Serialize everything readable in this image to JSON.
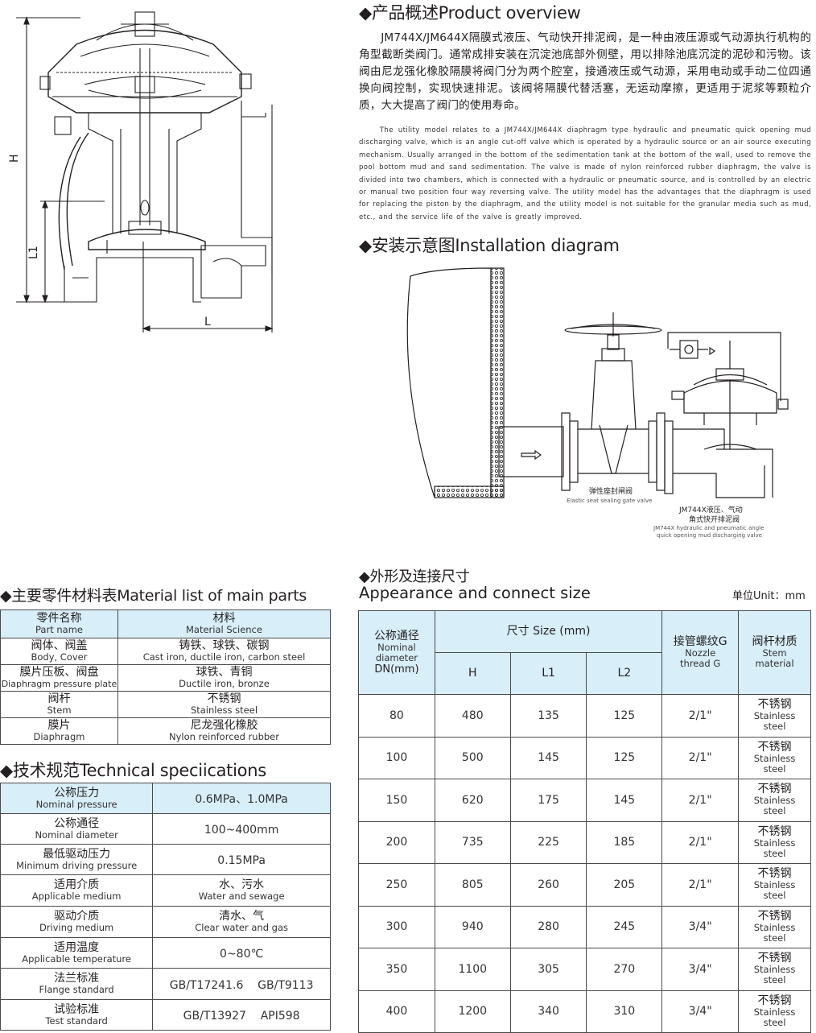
{
  "overview": {
    "heading": "◆产品概述Product overview",
    "zh": "JM744X/JM644X隔膜式液压、气动快开排泥阀，是一种由液压源或气动源执行机构的角型截断类阀门。通常成排安装在沉淀池底部外侧壁，用以排除池底沉淀的泥砂和污物。该阀由尼龙强化橡胶隔膜将阀门分为两个腔室，接通液压或气动源，采用电动或手动二位四通换向阀控制，实现快速排泥。该阀将隔膜代替活塞，无运动摩擦，更适用于泥浆等颗粒介质，大大提高了阀门的使用寿命。",
    "en": "The utility model relates to a JM744X/JM644X diaphragm type hydraulic and pneumatic quick opening mud discharging valve, which is an angle cut-off valve which is operated by a hydraulic source or an air source executing mechanism. Usually arranged in the bottom of the sedimentation tank at the bottom of the wall, used to remove the pool bottom mud and sand sedimentation. The valve is made of nylon reinforced rubber diaphragm, the valve is divided into two chambers, which is connected with a hydraulic or pneumatic source, and is controlled by an electric or manual two position four way reversing valve. The utility model has the advantages that the diaphragm is used for replacing the piston by the diaphragm, and the utility model is not suitable for the granular media such as mud, etc., and the service life of the valve is greatly improved."
  },
  "installation": {
    "heading": "◆安装示意图Installation diagram",
    "gate_valve_zh": "弹性座封闸阀",
    "gate_valve_en": "Elastic seat sealing gate valve",
    "main_valve_zh1": "JM744X液压、气动",
    "main_valve_zh2": "角式快开排泥阀",
    "main_valve_en1": "JM744X hydraulic and pneumatic angle",
    "main_valve_en2": "quick opening mud discharging valve"
  },
  "drawing": {
    "label_h": "H",
    "label_l1": "L1",
    "label_l": "L"
  },
  "materials": {
    "heading": "◆主要零件材料表Material list of main parts",
    "header": {
      "part_zh": "零件名称",
      "part_en": "Part name",
      "mat_zh": "材料",
      "mat_en": "Material Science"
    },
    "rows": [
      {
        "part_zh": "阀体、阀盖",
        "part_en": "Body, Cover",
        "mat_zh": "铸铁、球铁、碳钢",
        "mat_en": "Cast iron, ductile iron, carbon steel"
      },
      {
        "part_zh": "膜片压板、阀盘",
        "part_en": "Diaphragm pressure plate",
        "mat_zh": "球铁、青铜",
        "mat_en": "Ductile iron, bronze"
      },
      {
        "part_zh": "阀杆",
        "part_en": "Stem",
        "mat_zh": "不锈钢",
        "mat_en": "Stainless steel"
      },
      {
        "part_zh": "膜片",
        "part_en": "Diaphragm",
        "mat_zh": "尼龙强化橡胶",
        "mat_en": "Nylon reinforced rubber"
      }
    ]
  },
  "technical": {
    "heading": "◆技术规范Technical speciications",
    "rows": [
      {
        "zh": "公称压力",
        "en": "Nominal pressure",
        "val_zh": "",
        "val": "0.6MPa、1.0MPa"
      },
      {
        "zh": "公称通径",
        "en": "Nominal diameter",
        "val_zh": "",
        "val": "100~400mm"
      },
      {
        "zh": "最低驱动压力",
        "en": "Minimum driving pressure",
        "val_zh": "",
        "val": "0.15MPa"
      },
      {
        "zh": "适用介质",
        "en": "Applicable medium",
        "val_zh": "水、污水",
        "val": "Water and sewage"
      },
      {
        "zh": "驱动介质",
        "en": "Driving medium",
        "val_zh": "清水、气",
        "val": "Clear water and gas"
      },
      {
        "zh": "适用温度",
        "en": "Applicable temperature",
        "val_zh": "",
        "val": "0~80℃"
      },
      {
        "zh": "法兰标准",
        "en": "Flange standard",
        "val_zh": "",
        "val": "GB/T17241.6    GB/T9113"
      },
      {
        "zh": "试验标准",
        "en": "Test standard",
        "val_zh": "",
        "val": "GB/T13927    API598"
      }
    ]
  },
  "dimensions": {
    "heading_zh": "◆外形及连接尺寸",
    "heading_en": "Appearance and connect size",
    "unit": "单位Unit：mm",
    "header": {
      "dn_zh": "公称通径",
      "dn_en1": "Nominal",
      "dn_en2": "diameter",
      "dn_en3": "DN(mm)",
      "size": "尺寸 Size (mm)",
      "h": "H",
      "l1": "L1",
      "l2": "L2",
      "thread_zh": "接管螺纹G",
      "thread_en1": "Nozzle",
      "thread_en2": "thread G",
      "stem_zh": "阀杆材质",
      "stem_en1": "Stem",
      "stem_en2": "material"
    },
    "rows": [
      {
        "dn": "80",
        "h": "480",
        "l1": "135",
        "l2": "125",
        "g": "2/1\"",
        "zh": "不锈钢",
        "en1": "Stainless",
        "en2": "steel"
      },
      {
        "dn": "100",
        "h": "500",
        "l1": "145",
        "l2": "125",
        "g": "2/1\"",
        "zh": "不锈钢",
        "en1": "Stainless",
        "en2": "steel"
      },
      {
        "dn": "150",
        "h": "620",
        "l1": "175",
        "l2": "145",
        "g": "2/1\"",
        "zh": "不锈钢",
        "en1": "Stainless",
        "en2": "steel"
      },
      {
        "dn": "200",
        "h": "735",
        "l1": "225",
        "l2": "185",
        "g": "2/1\"",
        "zh": "不锈钢",
        "en1": "Stainless",
        "en2": "steel"
      },
      {
        "dn": "250",
        "h": "805",
        "l1": "260",
        "l2": "205",
        "g": "2/1\"",
        "zh": "不锈钢",
        "en1": "Stainless",
        "en2": "steel"
      },
      {
        "dn": "300",
        "h": "940",
        "l1": "280",
        "l2": "245",
        "g": "3/4\"",
        "zh": "不锈钢",
        "en1": "Stainless",
        "en2": "steel"
      },
      {
        "dn": "350",
        "h": "1100",
        "l1": "305",
        "l2": "270",
        "g": "3/4\"",
        "zh": "不锈钢",
        "en1": "Stainless",
        "en2": "steel"
      },
      {
        "dn": "400",
        "h": "1200",
        "l1": "340",
        "l2": "310",
        "g": "3/4\"",
        "zh": "不锈钢",
        "en1": "Stainless",
        "en2": "steel"
      }
    ]
  },
  "colors": {
    "header_fill": "#d8eef8",
    "line": "#231f20"
  }
}
